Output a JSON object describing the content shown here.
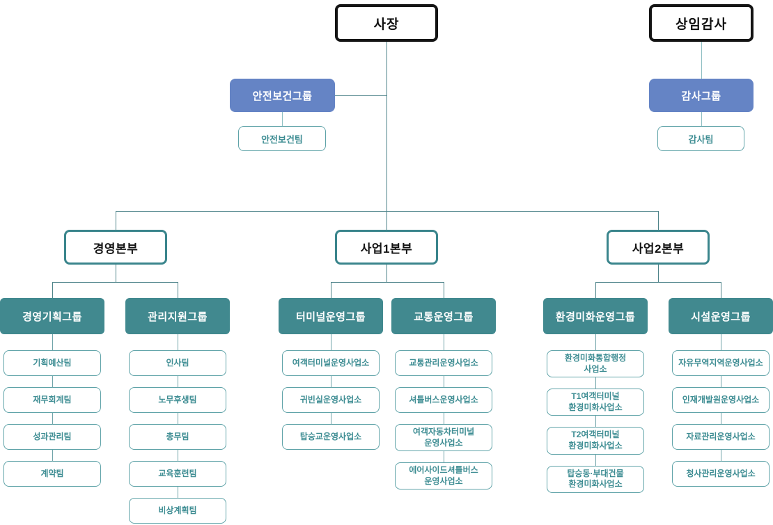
{
  "colors": {
    "executive_border": "#141414",
    "staff_group_blue": "#6584C5",
    "group_teal": "#41898F",
    "division_border_teal": "#3A858C",
    "team_border_teal": "#5FA3A8",
    "team_text_teal": "#3E8D93",
    "connector_dark": "#4D8389",
    "connector_light": "#8FBFC3"
  },
  "org": {
    "president": {
      "label": "사장"
    },
    "auditor": {
      "label": "상임감사"
    },
    "staff": [
      {
        "group": "안전보건그룹",
        "teams": [
          "안전보건팀"
        ]
      },
      {
        "group": "감사그룹",
        "teams": [
          "감사팀"
        ]
      }
    ],
    "divisions": [
      {
        "label": "경영본부",
        "groups": [
          {
            "label": "경영기획그룹",
            "teams": [
              "기획예산팀",
              "재무회계팀",
              "성과관리팀",
              "계약팀"
            ]
          },
          {
            "label": "관리지원그룹",
            "teams": [
              "인사팀",
              "노무후생팀",
              "총무팀",
              "교육훈련팀",
              "비상계획팀"
            ]
          }
        ]
      },
      {
        "label": "사업1본부",
        "groups": [
          {
            "label": "터미널운영그룹",
            "teams": [
              "여객터미널운영사업소",
              "귀빈실운영사업소",
              "탑승교운영사업소"
            ]
          },
          {
            "label": "교통운영그룹",
            "teams": [
              "교통관리운영사업소",
              "셔틀버스운영사업소",
              "여객자동차터미널\n운영사업소",
              "에어사이드셔틀버스\n운영사업소"
            ]
          }
        ]
      },
      {
        "label": "사업2본부",
        "groups": [
          {
            "label": "환경미화운영그룹",
            "teams": [
              "환경미화통합행정\n사업소",
              "T1여객터미널\n환경미화사업소",
              "T2여객터미널\n환경미화사업소",
              "탑승동·부대건물\n환경미화사업소"
            ]
          },
          {
            "label": "시설운영그룹",
            "teams": [
              "자유무역지역운영사업소",
              "인재개발원운영사업소",
              "자료관리운영사업소",
              "청사관리운영사업소"
            ]
          }
        ]
      }
    ]
  }
}
